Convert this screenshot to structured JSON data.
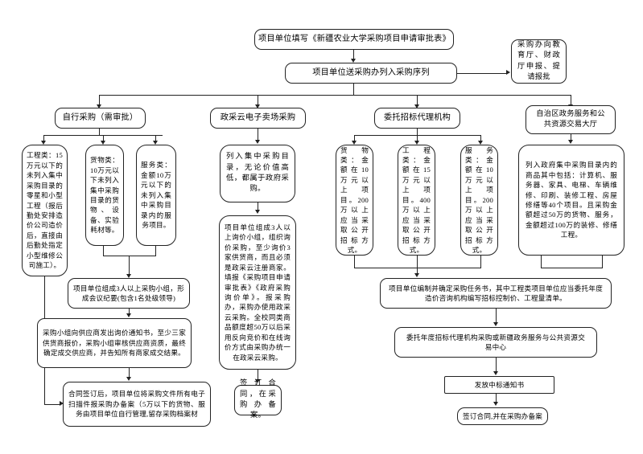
{
  "flowchart": {
    "title_box": "项目单位填写《新疆农业大学采购项目申请审批表》",
    "submit_box": "项目单位送采购办列入采购序列",
    "report_box": "采购办向教育厅、财政厅申报、提请报批",
    "branches": [
      {
        "id": "self",
        "label": "自行采购（需审批）"
      },
      {
        "id": "cloud",
        "label": "政采云电子卖场采购"
      },
      {
        "id": "agency",
        "label": "委托招标代理机构"
      },
      {
        "id": "public",
        "label": "自治区政务服务和公共资源交易大厅"
      }
    ],
    "self_branch": {
      "category_engineering": "工程类：15万元以下的未列入集中采购目录的零星和小型工程（报后勤处安排造价公司造价后，直接由后勤处指定小型维修公司施工）。",
      "category_goods": "货物类：10万元以下未列入集中采购目录的货物、设备、实验耗材等。",
      "category_service": "服务类：金额10万元以下的未列入集中采购目录内的服务项目。",
      "step_group": "项目单位组成3人以上采购小组，形成会议纪要(包含1名处级领导)",
      "step_quote": "采购小组向供应商发出询价通知书，至少三家供货商报价，采购小组审核供应商资质，最终确定成交供应商，并告知所有商家成交结果。",
      "step_contract": "合同签订后，项目单位将采购文件所有电子扫描件报采购办备案（5万以下的货物、服务由项目单位自行管理,留存采购档案材"
    },
    "cloud_branch": {
      "step_catalog": "列入集中采购目录，无论价值高低，都属于政府采购。",
      "step_inquiry": "项目单位组成3人以上询价小组，组织询价采购，至少询价3家供货商，而且必须是政采云注册商家。填报《采购项目申请审批表》《政府采购询价单》。报采购办，采购办使用政采云采购。全校同类商品额度超50万以后采用反向竞价和在线询价方式由采购办统一在政采云采购。",
      "step_contract": "签订合同，在采购办备案。"
    },
    "agency_branch": {
      "category_goods": "货物类：金额在10万元以上项目。200万以上应当采取公开招标方式。",
      "category_engineering": "工程类：金额在15万元以上项目。400万以上应当采取公开招标方式。",
      "category_service": "服务类：金额在10万元以上项目。200万以上应当采取公开招标方式。",
      "step_task": "项目单位编制并确定采购任务书，其中工程类项目单位应当委托年度造价咨询机构编写招标控制价、工程量清单。",
      "step_entrust": "委托年度招标代理机构采购或新疆政务服务与公共资源交易中心",
      "step_notice": "发放中标通知书",
      "step_contract": "签订合同,并在采购办备案"
    },
    "public_branch": {
      "step_catalog": "列入政府集中采购目录内的商品其中包括：计算机、服务器、家具、电梯、车辆维修、印刷、装修工程、房屋修缮等40个项目。且采购金额超过50万的货物、服务，金额超过100万的装修、修缮工程。"
    }
  },
  "colors": {
    "line": "#222222",
    "box_border": "#222222",
    "background": "#ffffff",
    "text": "#000000"
  }
}
